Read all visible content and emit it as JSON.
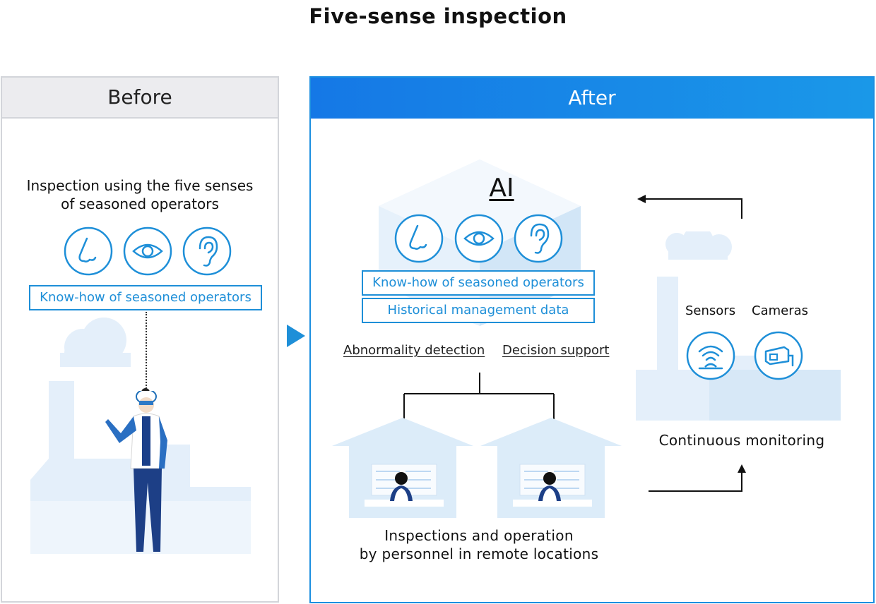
{
  "title": "Five-sense inspection",
  "before": {
    "header": "Before",
    "heading_line1": "Inspection using the five senses",
    "heading_line2": "of seasoned operators",
    "knowhow": "Know-how of seasoned operators",
    "icons": [
      "nose-icon",
      "eye-icon",
      "ear-icon"
    ]
  },
  "after": {
    "header": "After",
    "ai_label": "AI",
    "knowhow": "Know-how of seasoned operators",
    "historical": "Historical management data",
    "abnormality": "Abnormality detection",
    "decision": "Decision support",
    "sensors": "Sensors",
    "cameras": "Cameras",
    "monitoring": "Continuous monitoring",
    "remote_line1": "Inspections and operation",
    "remote_line2": "by personnel in remote locations",
    "icons": [
      "nose-icon",
      "eye-icon",
      "ear-icon",
      "sensor-icon",
      "camera-icon"
    ]
  },
  "colors": {
    "accent": "#1e8fd8",
    "header_blue": "#1578e6",
    "light_blue": "#dcecf9",
    "panel_border_gray": "#d3d5da"
  }
}
